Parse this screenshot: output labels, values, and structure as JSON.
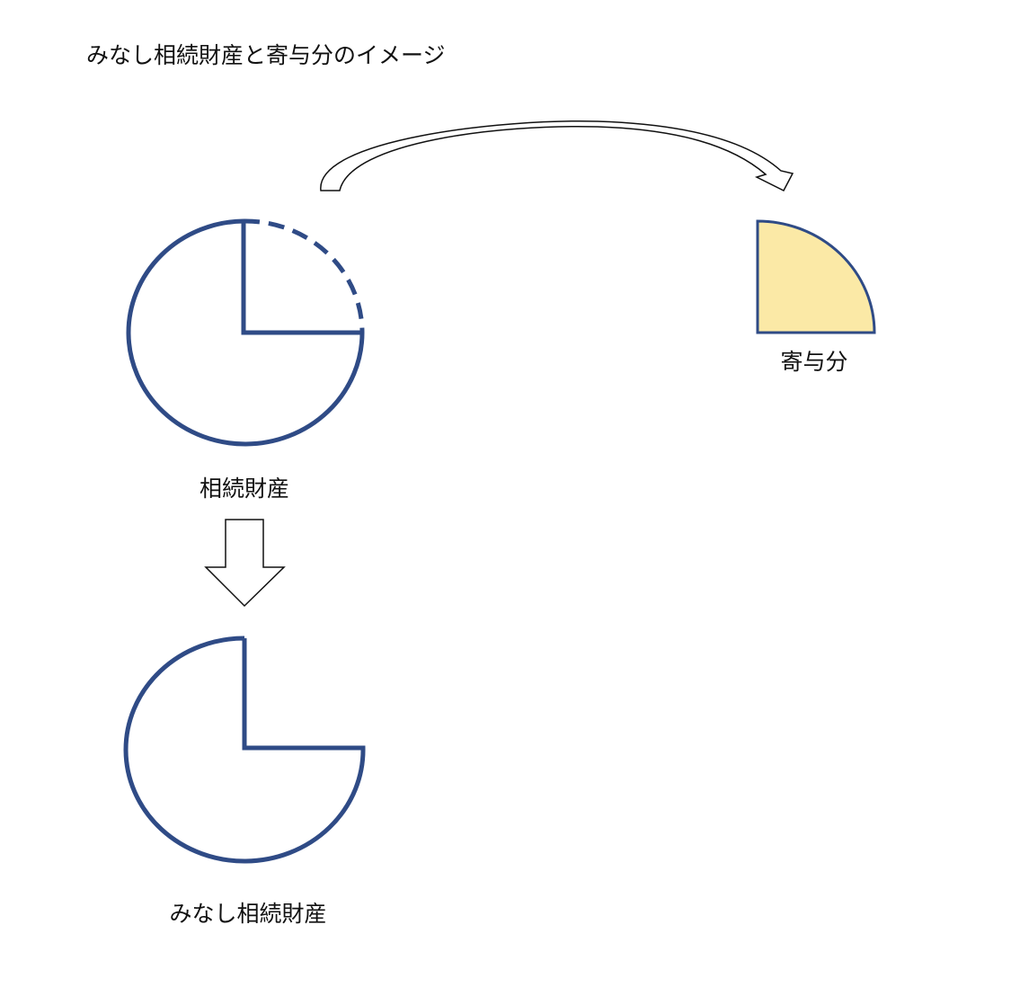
{
  "title": "みなし相続財産と寄与分のイメージ",
  "labels": {
    "estate": "相続財産",
    "contribution": "寄与分",
    "deemed_estate": "みなし相続財産"
  },
  "colors": {
    "outline": "#2f4b86",
    "contribution_fill": "#fbe9a6",
    "arrow_stroke": "#111111",
    "background": "#ffffff"
  },
  "diagram": {
    "contribution_share": 0.25,
    "estate_remaining_share": 0.75
  }
}
